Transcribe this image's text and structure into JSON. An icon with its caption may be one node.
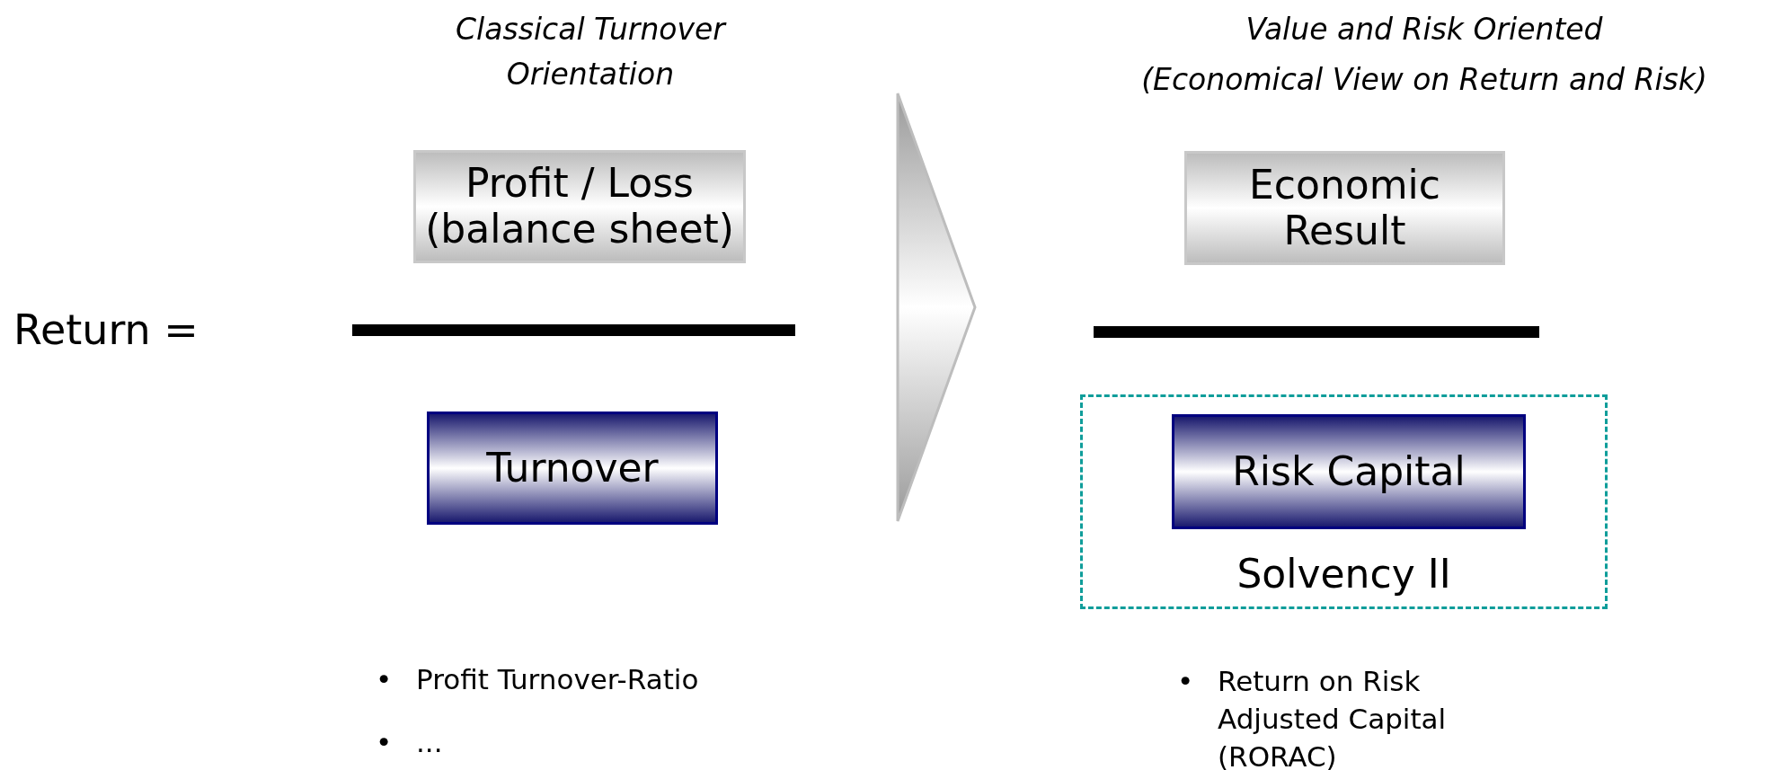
{
  "diagram": {
    "nodes": [
      {
        "text": [
          "Profit / Loss (balance sheet)"
        ]
      },
      {
        "text": [
          "Turnover"
        ]
      },
      {
        "text": [
          "Economic Result"
        ]
      },
      {
        "text": [
          "Solvency II"
        ]
      },
      {
        "text": [
          "Risk Capital"
        ],
        "in": 3
      }
    ],
    "edges": [],
    "labels": [
      "Classical Turnover Orientation",
      "Value and Risk Oriented",
      "(Economical View on Return and Risk)",
      "Return =",
      "•",
      "Profit Turnover-Ratio",
      "•",
      "...",
      "•",
      "Return on Risk Adjusted Capital (RORAC)"
    ]
  }
}
